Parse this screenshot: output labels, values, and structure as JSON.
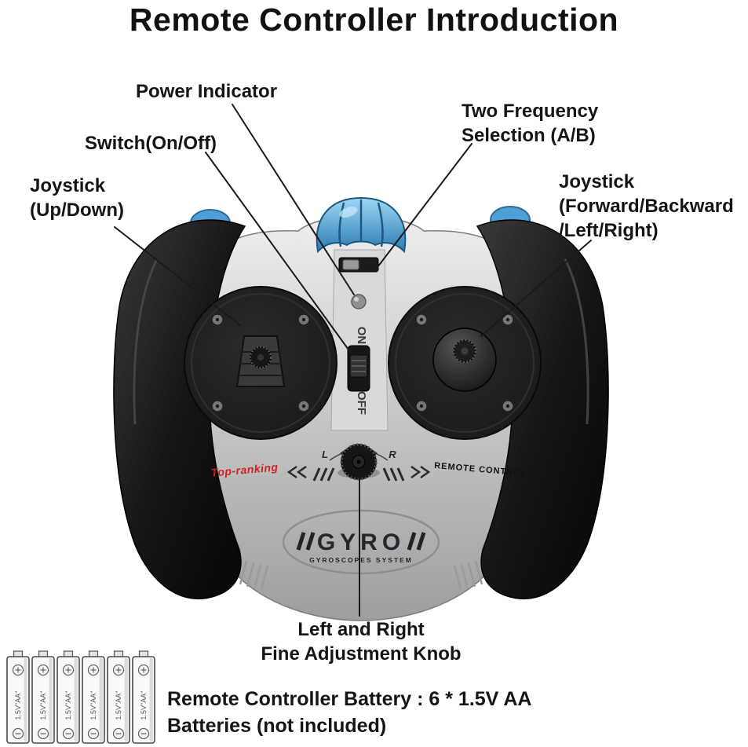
{
  "title": "Remote Controller Introduction",
  "callouts": {
    "power_indicator": {
      "label": "Power Indicator"
    },
    "switch": {
      "label": "Switch(On/Off)"
    },
    "two_frequency": {
      "line1": "Two Frequency",
      "line2": "Selection (A/B)"
    },
    "joystick_left": {
      "line1": "Joystick",
      "line2": "(Up/Down)"
    },
    "joystick_right": {
      "line1": "Joystick",
      "line2": "(Forward/Backward",
      "line3": "/Left/Right)"
    },
    "fine_adjustment_knob": {
      "line1": "Left and Right",
      "line2": "Fine Adjustment Knob"
    }
  },
  "battery_note": {
    "line1": "Remote Controller Battery : 6 * 1.5V AA",
    "line2": "Batteries (not included)"
  },
  "controller": {
    "on_label": "ON",
    "off_label": "OFF",
    "trim_left_label": "L",
    "trim_right_label": "R",
    "print_left": "Top-ranking",
    "print_right": "REMOTE CONTROL",
    "logo_text": "GYRO",
    "logo_subtext": "GYROSCOPES SYSTEM"
  },
  "batteries": {
    "count": 6,
    "cell_label": "1.5V\"AA\""
  },
  "colors": {
    "label_text": "#151515",
    "canopy_blue": "#3f93c8",
    "body_silver": "#c6c6c6",
    "grip_black": "#121212",
    "accent_red": "#cc2222"
  }
}
